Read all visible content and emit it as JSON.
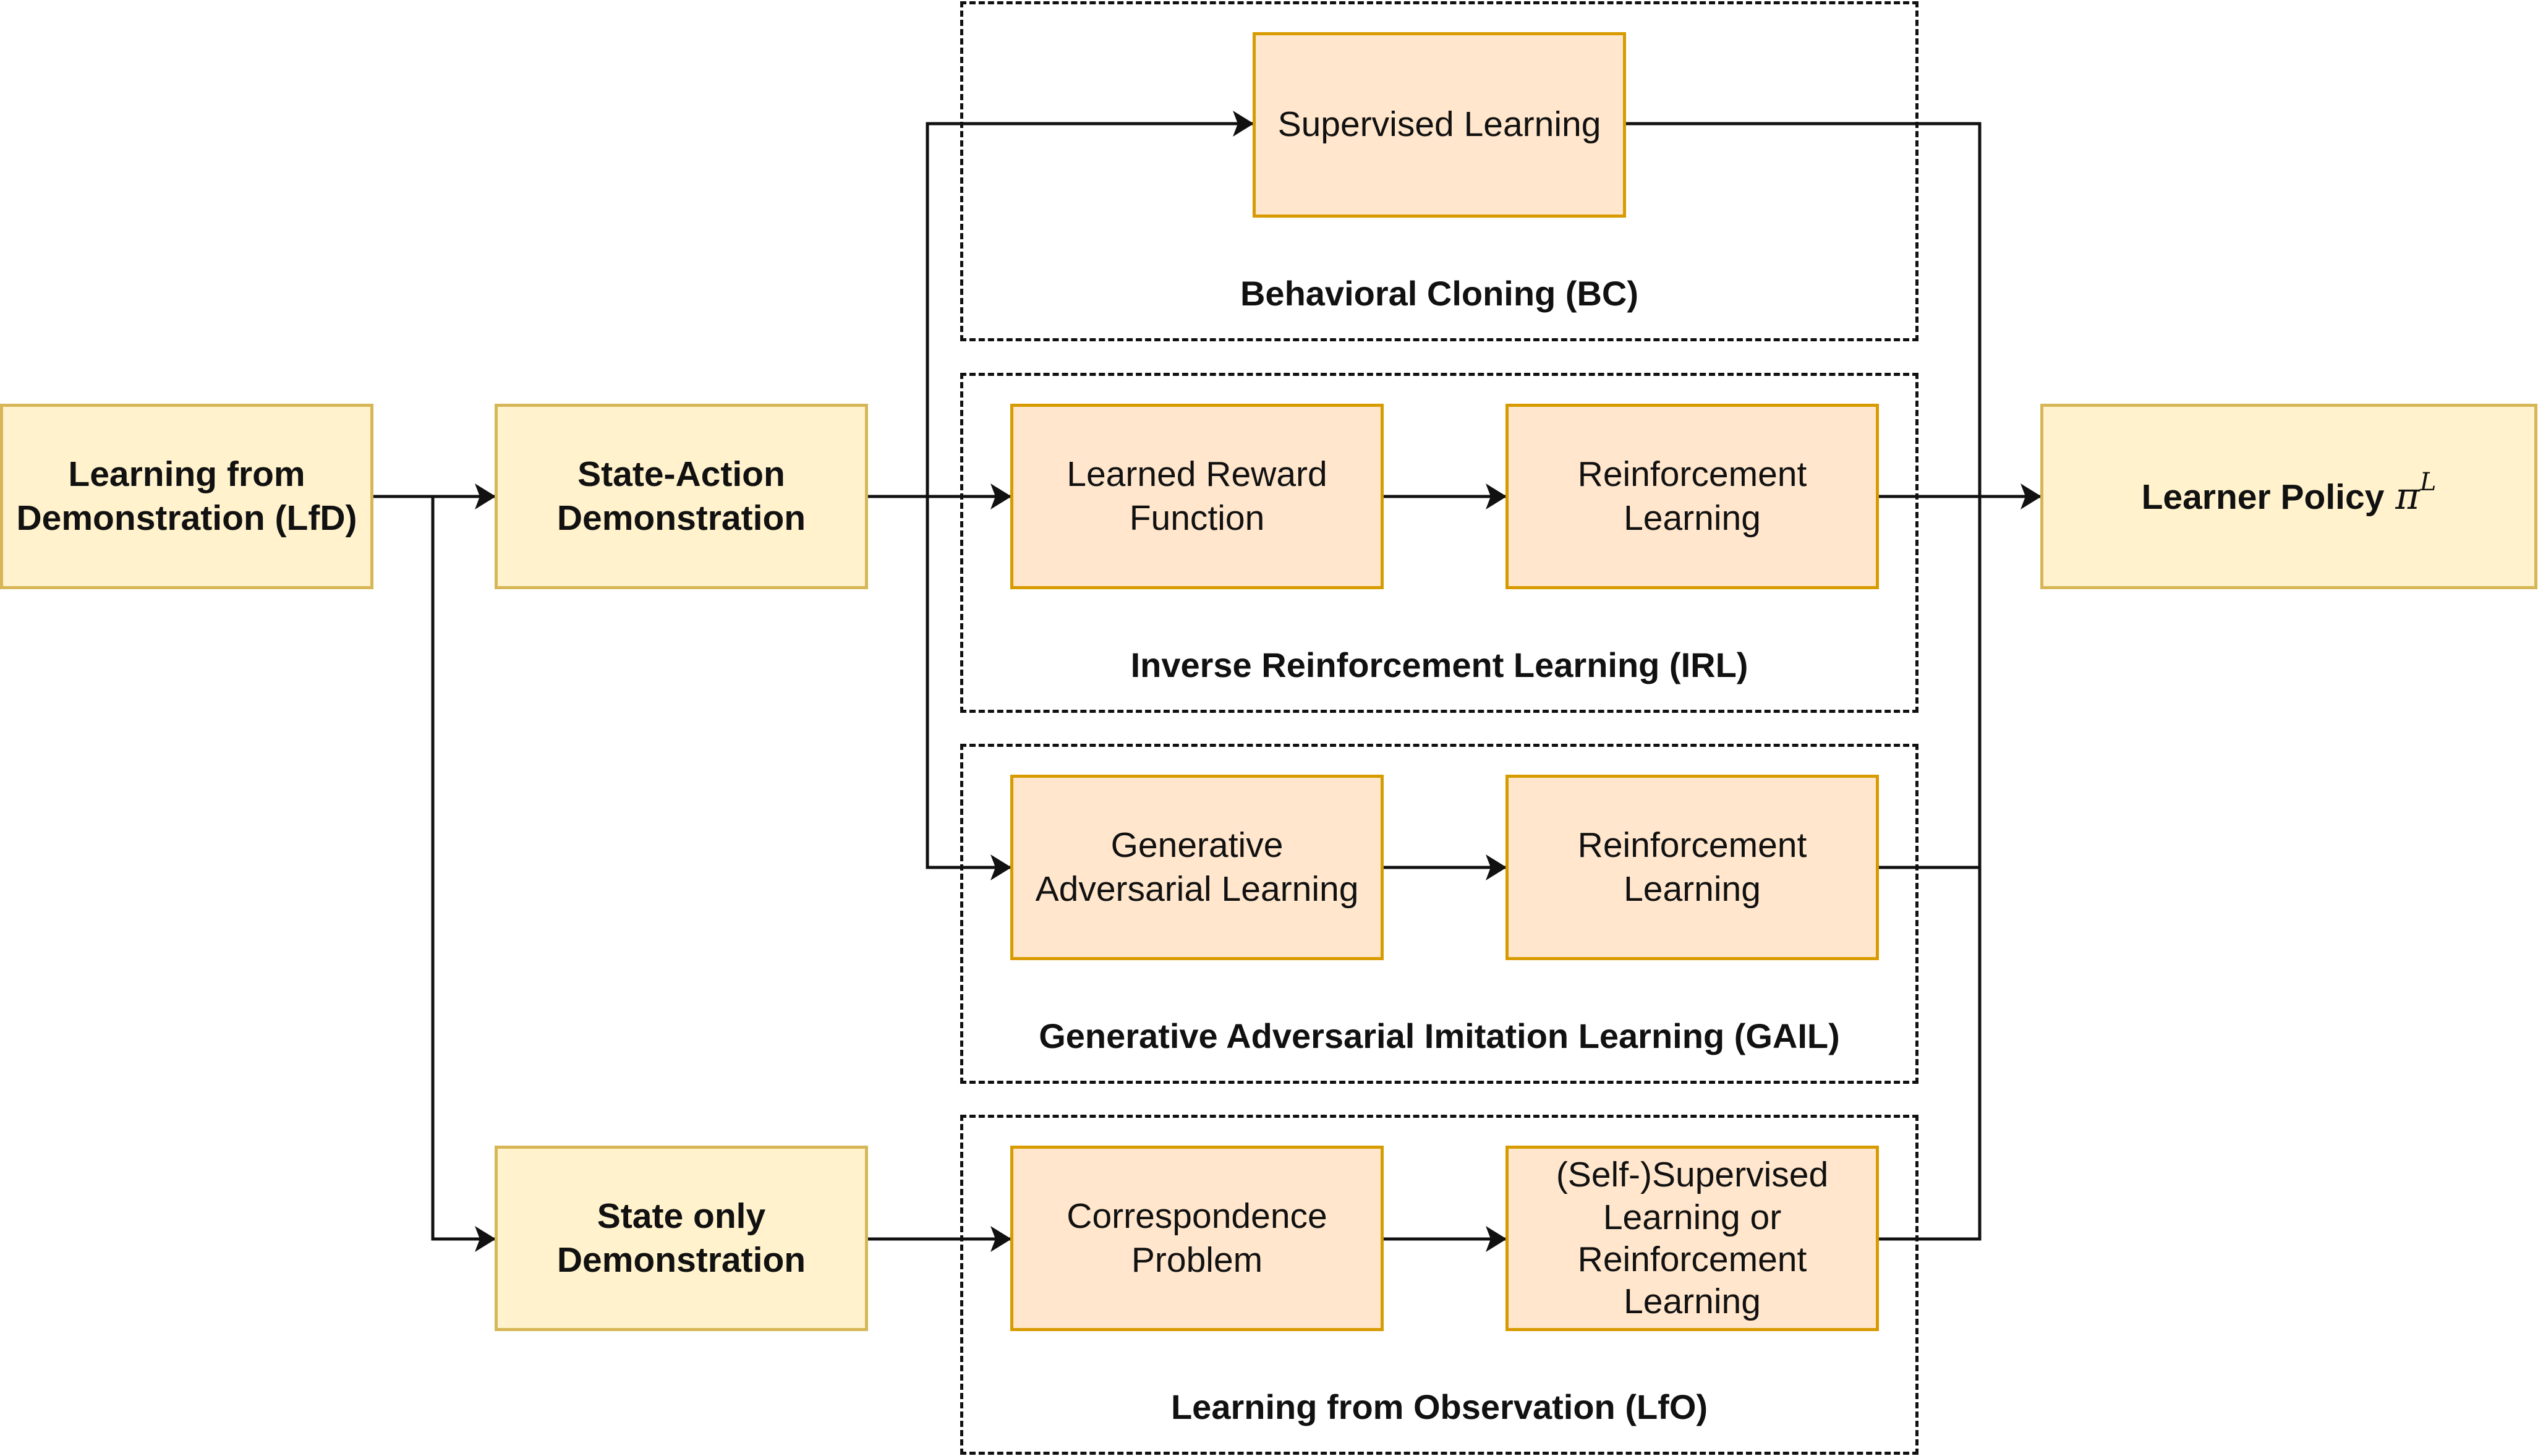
{
  "groups": {
    "bc": "Behavioral Cloning (BC)",
    "irl": "Inverse Reinforcement Learning (IRL)",
    "gail": "Generative Adversarial Imitation Learning (GAIL)",
    "lfo": "Learning from Observation (LfO)"
  },
  "nodes": {
    "lfd": "Learning from\nDemonstration (LfD)",
    "state_action": "State-Action\nDemonstration",
    "state_only": "State only\nDemonstration",
    "supervised": "Supervised Learning",
    "learned_reward": "Learned Reward\nFunction",
    "rl_irl": "Reinforcement\nLearning",
    "gen_adv": "Generative\nAdversarial Learning",
    "rl_gail": "Reinforcement\nLearning",
    "correspondence": "Correspondence\nProblem",
    "self_supervised": "(Self-)Supervised\nLearning or\nReinforcement\nLearning",
    "policy_label": "Learner Policy",
    "policy_symbol": "π",
    "policy_superscript": "L"
  },
  "colors": {
    "yellow_fill": "#fff2cc",
    "yellow_stroke": "#d6b656",
    "orange_fill": "#ffe6cc",
    "orange_stroke": "#d79b00",
    "line": "#111111"
  }
}
